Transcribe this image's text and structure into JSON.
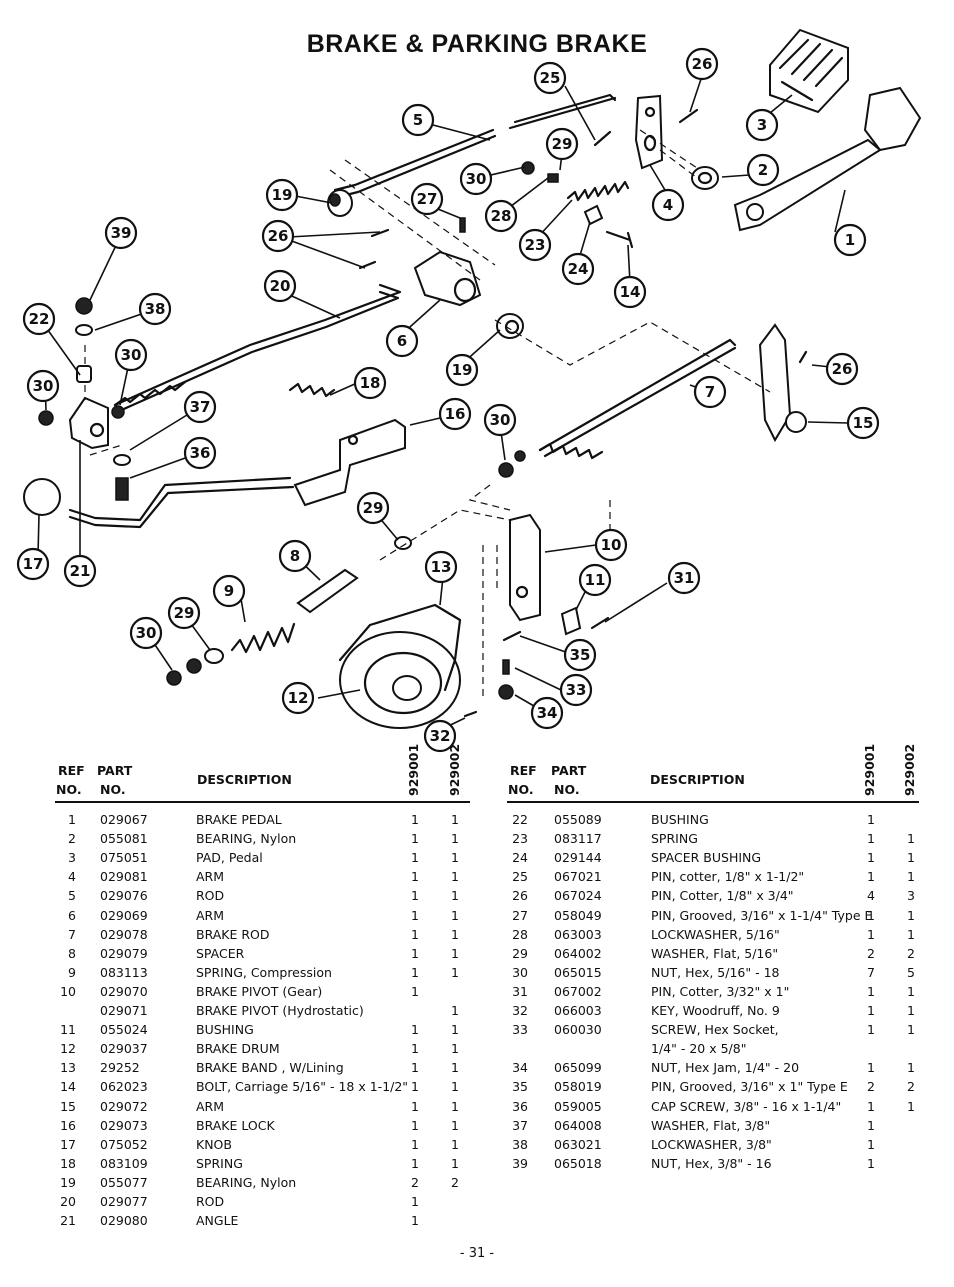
{
  "title": "BRAKE & PARKING BRAKE",
  "page_number": "- 31 -",
  "callouts": [
    "1",
    "2",
    "3",
    "4",
    "5",
    "6",
    "7",
    "8",
    "9",
    "10",
    "11",
    "12",
    "13",
    "14",
    "15",
    "16",
    "17",
    "18",
    "19",
    "19",
    "20",
    "21",
    "22",
    "23",
    "24",
    "25",
    "26",
    "26",
    "26",
    "27",
    "28",
    "29",
    "29",
    "29",
    "30",
    "30",
    "30",
    "30",
    "30",
    "31",
    "32",
    "33",
    "34",
    "35",
    "36",
    "37",
    "38",
    "39"
  ],
  "table": {
    "headers": {
      "ref": "REF",
      "ref2": "NO.",
      "part": "PART",
      "part2": "NO.",
      "desc": "DESCRIPTION",
      "m1": "929001",
      "m2": "929002"
    },
    "left": [
      {
        "ref": "1",
        "part": "029067",
        "desc": "BRAKE PEDAL",
        "q1": "1",
        "q2": "1"
      },
      {
        "ref": "2",
        "part": "055081",
        "desc": "BEARING, Nylon",
        "q1": "1",
        "q2": "1"
      },
      {
        "ref": "3",
        "part": "075051",
        "desc": "PAD, Pedal",
        "q1": "1",
        "q2": "1"
      },
      {
        "ref": "4",
        "part": "029081",
        "desc": "ARM",
        "q1": "1",
        "q2": "1"
      },
      {
        "ref": "5",
        "part": "029076",
        "desc": "ROD",
        "q1": "1",
        "q2": "1"
      },
      {
        "ref": "6",
        "part": "029069",
        "desc": "ARM",
        "q1": "1",
        "q2": "1"
      },
      {
        "ref": "7",
        "part": "029078",
        "desc": "BRAKE ROD",
        "q1": "1",
        "q2": "1"
      },
      {
        "ref": "8",
        "part": "029079",
        "desc": "SPACER",
        "q1": "1",
        "q2": "1"
      },
      {
        "ref": "9",
        "part": "083113",
        "desc": "SPRING, Compression",
        "q1": "1",
        "q2": "1"
      },
      {
        "ref": "10",
        "part": "029070",
        "desc": "BRAKE PIVOT (Gear)",
        "q1": "1",
        "q2": ""
      },
      {
        "ref": "",
        "part": "029071",
        "desc": "BRAKE PIVOT (Hydrostatic)",
        "q1": "",
        "q2": "1"
      },
      {
        "ref": "11",
        "part": "055024",
        "desc": "BUSHING",
        "q1": "1",
        "q2": "1"
      },
      {
        "ref": "12",
        "part": "029037",
        "desc": "BRAKE DRUM",
        "q1": "1",
        "q2": "1"
      },
      {
        "ref": "13",
        "part": "29252",
        "desc": "BRAKE BAND , W/Lining",
        "q1": "1",
        "q2": "1"
      },
      {
        "ref": "14",
        "part": "062023",
        "desc": "BOLT, Carriage 5/16\" - 18 x 1-1/2\"",
        "q1": "1",
        "q2": "1"
      },
      {
        "ref": "15",
        "part": "029072",
        "desc": "ARM",
        "q1": "1",
        "q2": "1"
      },
      {
        "ref": "16",
        "part": "029073",
        "desc": "BRAKE LOCK",
        "q1": "1",
        "q2": "1"
      },
      {
        "ref": "17",
        "part": "075052",
        "desc": "KNOB",
        "q1": "1",
        "q2": "1"
      },
      {
        "ref": "18",
        "part": "083109",
        "desc": "SPRING",
        "q1": "1",
        "q2": "1"
      },
      {
        "ref": "19",
        "part": "055077",
        "desc": "BEARING, Nylon",
        "q1": "2",
        "q2": "2"
      },
      {
        "ref": "20",
        "part": "029077",
        "desc": "ROD",
        "q1": "1",
        "q2": ""
      },
      {
        "ref": "21",
        "part": "029080",
        "desc": "ANGLE",
        "q1": "1",
        "q2": ""
      }
    ],
    "right": [
      {
        "ref": "22",
        "part": "055089",
        "desc": "BUSHING",
        "q1": "1",
        "q2": ""
      },
      {
        "ref": "23",
        "part": "083117",
        "desc": "SPRING",
        "q1": "1",
        "q2": "1"
      },
      {
        "ref": "24",
        "part": "029144",
        "desc": "SPACER BUSHING",
        "q1": "1",
        "q2": "1"
      },
      {
        "ref": "25",
        "part": "067021",
        "desc": "PIN, cotter, 1/8\" x 1-1/2\"",
        "q1": "1",
        "q2": "1"
      },
      {
        "ref": "26",
        "part": "067024",
        "desc": "PIN, Cotter, 1/8\" x 3/4\"",
        "q1": "4",
        "q2": "3"
      },
      {
        "ref": "27",
        "part": "058049",
        "desc": "PIN, Grooved, 3/16\" x 1-1/4\" Type E",
        "q1": "1",
        "q2": "1"
      },
      {
        "ref": "28",
        "part": "063003",
        "desc": "LOCKWASHER, 5/16\"",
        "q1": "1",
        "q2": "1"
      },
      {
        "ref": "29",
        "part": "064002",
        "desc": "WASHER, Flat, 5/16\"",
        "q1": "2",
        "q2": "2"
      },
      {
        "ref": "30",
        "part": "065015",
        "desc": "NUT, Hex, 5/16\" - 18",
        "q1": "7",
        "q2": "5"
      },
      {
        "ref": "31",
        "part": "067002",
        "desc": "PIN, Cotter, 3/32\" x 1\"",
        "q1": "1",
        "q2": "1"
      },
      {
        "ref": "32",
        "part": "066003",
        "desc": "KEY, Woodruff, No. 9",
        "q1": "1",
        "q2": "1"
      },
      {
        "ref": "33",
        "part": "060030",
        "desc": "SCREW, Hex Socket,",
        "q1": "1",
        "q2": "1"
      },
      {
        "ref": "",
        "part": "",
        "desc": "1/4\" - 20 x 5/8\"",
        "q1": "",
        "q2": ""
      },
      {
        "ref": "34",
        "part": "065099",
        "desc": "NUT, Hex Jam, 1/4\" - 20",
        "q1": "1",
        "q2": "1"
      },
      {
        "ref": "35",
        "part": "058019",
        "desc": "PIN, Grooved, 3/16\" x 1\" Type E",
        "q1": "2",
        "q2": "2"
      },
      {
        "ref": "36",
        "part": "059005",
        "desc": "CAP SCREW, 3/8\" - 16 x 1-1/4\"",
        "q1": "1",
        "q2": "1"
      },
      {
        "ref": "37",
        "part": "064008",
        "desc": "WASHER, Flat, 3/8\"",
        "q1": "1",
        "q2": ""
      },
      {
        "ref": "38",
        "part": "063021",
        "desc": "LOCKWASHER, 3/8\"",
        "q1": "1",
        "q2": ""
      },
      {
        "ref": "39",
        "part": "065018",
        "desc": "NUT, Hex, 3/8\" - 16",
        "q1": "1",
        "q2": ""
      }
    ]
  }
}
